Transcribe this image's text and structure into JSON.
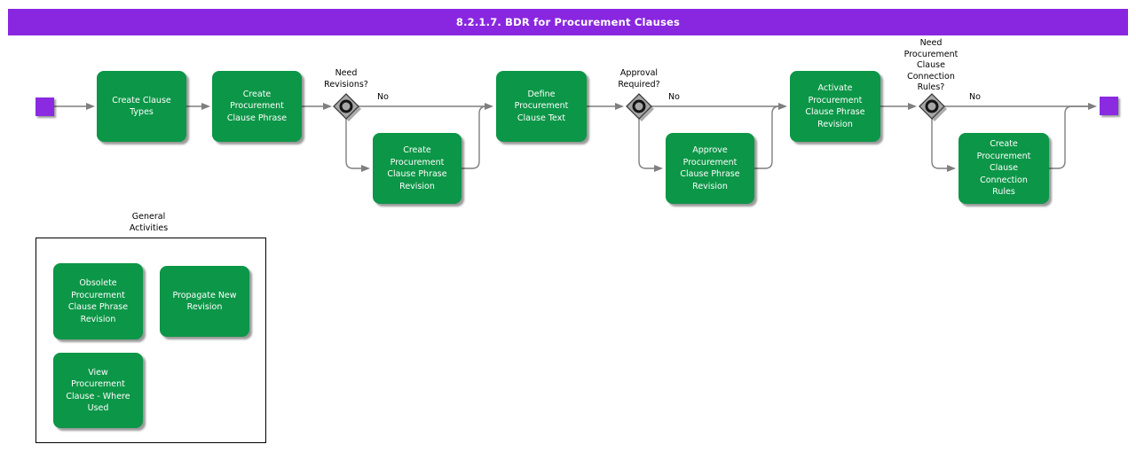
{
  "title": "8.2.1.7. BDR for Procurement Clauses",
  "colors": {
    "purple": "#8927E0",
    "green": "#0C9647",
    "line": "#7f7f7f"
  },
  "flow": {
    "nodes": {
      "create_clause_types": "Create Clause\nTypes",
      "create_procurement_clause_phrase": "Create\nProcurement\nClause Phrase",
      "create_procurement_clause_phrase_revision": "Create\nProcurement\nClause Phrase\nRevision",
      "define_procurement_clause_text": "Define\nProcurement\nClause Text",
      "approve_procurement_clause_phrase_revision": "Approve\nProcurement\nClause Phrase\nRevision",
      "activate_procurement_clause_phrase_revision": "Activate\nProcurement\nClause Phrase\nRevision",
      "create_procurement_clause_connection_rules": "Create\nProcurement\nClause\nConnection\nRules"
    },
    "decisions": {
      "need_revisions": {
        "label": "Need\nRevisions?",
        "branch_no": "No"
      },
      "approval_required": {
        "label": "Approval\nRequired?",
        "branch_no": "No"
      },
      "need_connection_rules": {
        "label": "Need\nProcurement\nClause\nConnection\nRules?",
        "branch_no": "No"
      }
    }
  },
  "general_activities": {
    "title": "General\nActivities",
    "items": {
      "obsolete_revision": "Obsolete\nProcurement\nClause Phrase\nRevision",
      "propagate_new_revision": "Propagate New\nRevision",
      "view_where_used": "View\nProcurement\nClause - Where\nUsed"
    }
  }
}
